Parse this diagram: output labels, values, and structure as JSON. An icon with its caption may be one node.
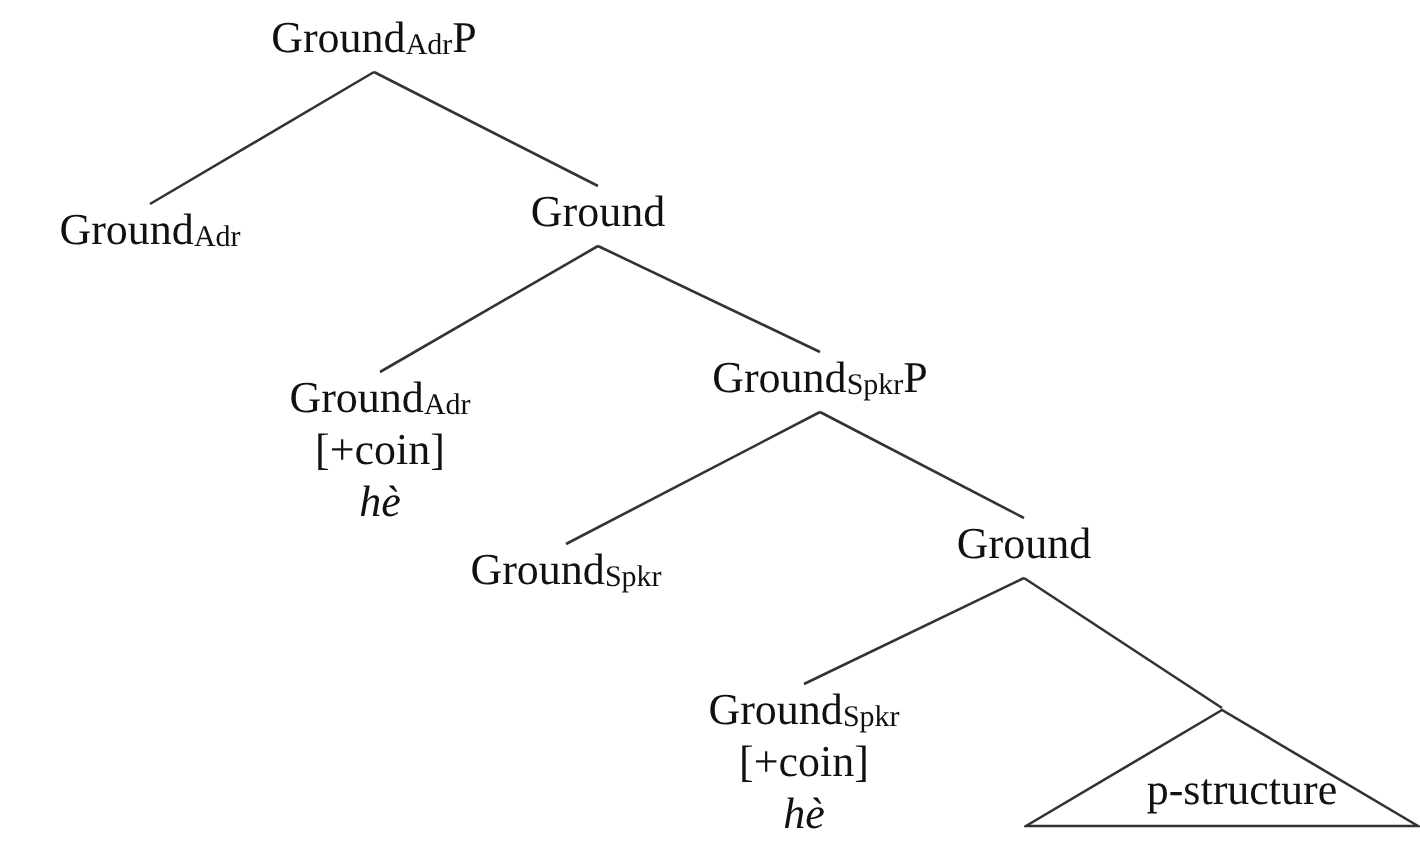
{
  "diagram": {
    "nodes": [
      {
        "text": [
          "Ground$_{Adr}$P"
        ]
      },
      {
        "text": [
          "Ground$_{Adr}$"
        ]
      },
      {
        "text": [
          "Ground"
        ]
      },
      {
        "text": [
          "Ground$_{Adr}$",
          "[+coin]",
          "hè"
        ]
      },
      {
        "text": [
          "Ground$_{Spkr}$P"
        ]
      },
      {
        "text": [
          "Ground$_{Spkr}$"
        ]
      },
      {
        "text": [
          "Ground"
        ]
      },
      {
        "text": [
          "Ground$_{Spkr}$",
          "[+coin]",
          "hè"
        ]
      },
      {
        "text": [
          "p-structure"
        ]
      }
    ],
    "edges": [
      {
        "from": 0,
        "to": 1,
        "arrow": "none"
      },
      {
        "from": 0,
        "to": 2,
        "arrow": "none"
      },
      {
        "from": 2,
        "to": 3,
        "arrow": "none"
      },
      {
        "from": 2,
        "to": 4,
        "arrow": "none"
      },
      {
        "from": 4,
        "to": 5,
        "arrow": "none"
      },
      {
        "from": 4,
        "to": 6,
        "arrow": "none"
      },
      {
        "from": 6,
        "to": 7,
        "arrow": "none"
      },
      {
        "from": 6,
        "to": 8,
        "arrow": "none"
      }
    ]
  }
}
